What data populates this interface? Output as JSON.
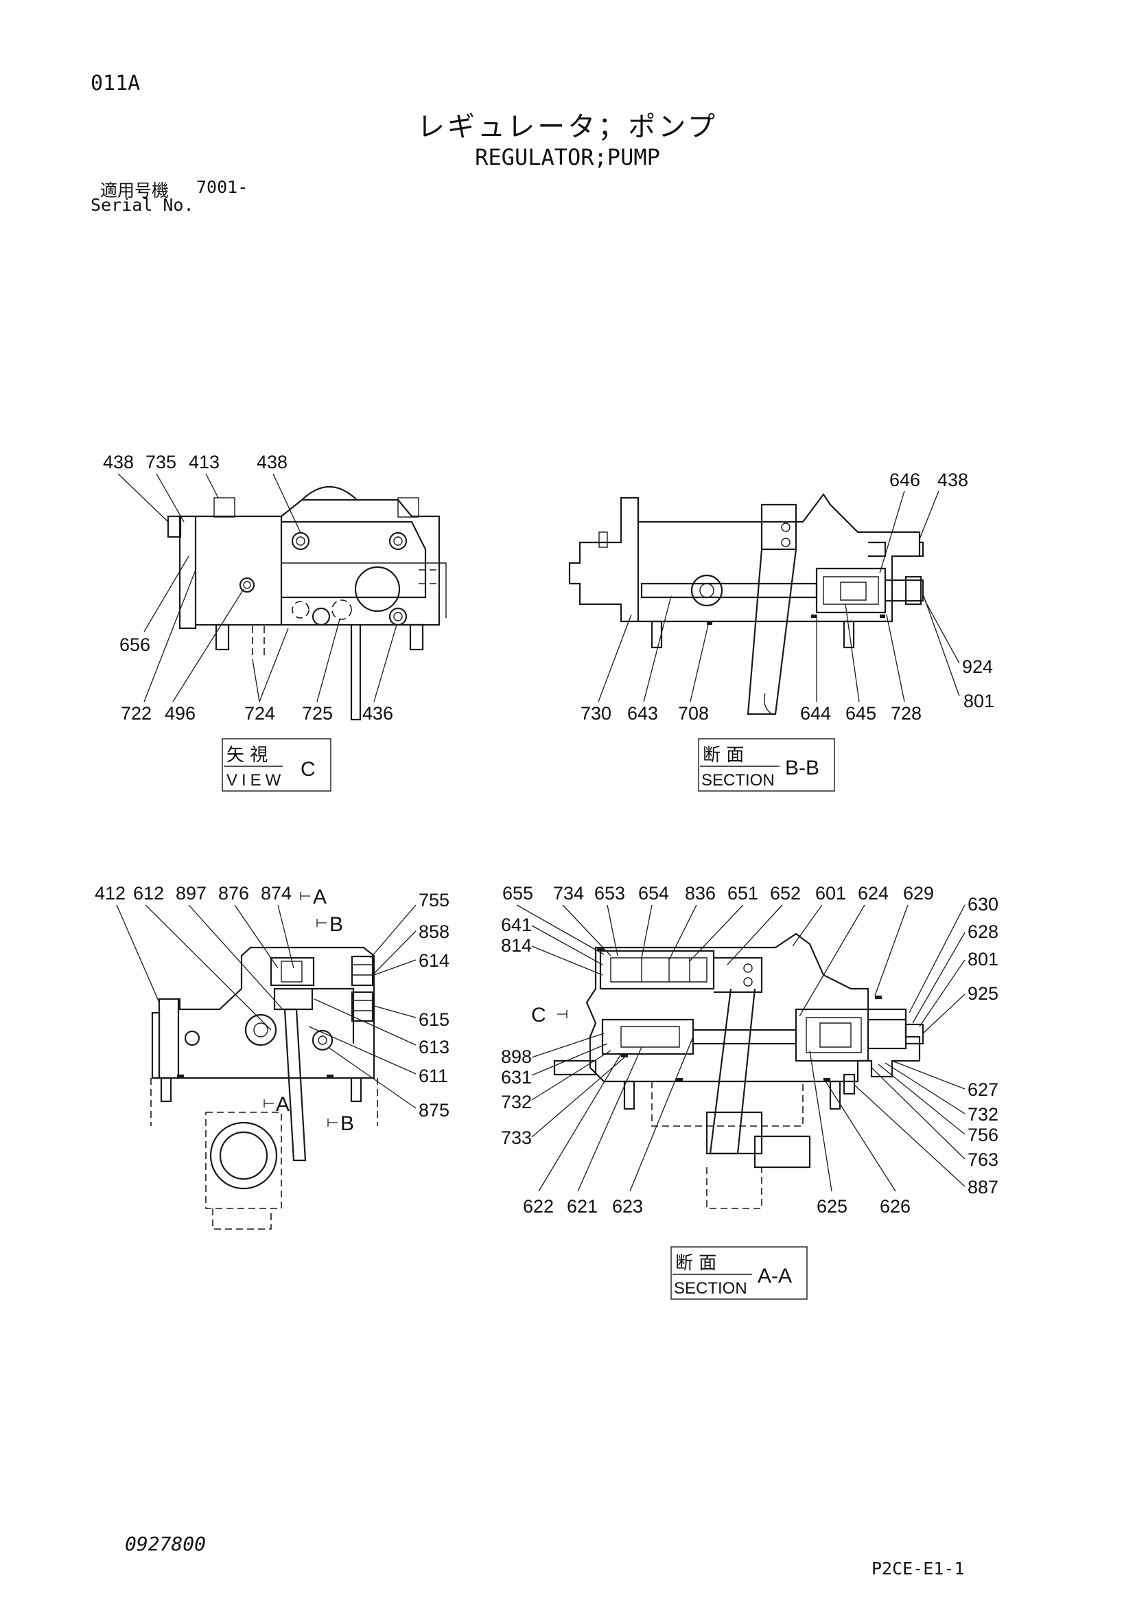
{
  "header": {
    "page_code": "011A",
    "title_jp": "レギュレータ；ポンプ",
    "title_en": "REGULATOR;PUMP",
    "serial_label_jp": "適用号機",
    "serial_number": "7001-",
    "serial_label_en": "Serial No."
  },
  "views": {
    "view_c": {
      "caption_jp": "矢 視",
      "caption_en": "VIEW",
      "caption_letter": "C",
      "labels": [
        "438",
        "735",
        "413",
        "438",
        "656",
        "722",
        "496",
        "724",
        "725",
        "436"
      ]
    },
    "section_bb": {
      "caption_jp": "断 面",
      "caption_en": "SECTION",
      "caption_letter": "B-B",
      "labels": [
        "646",
        "438",
        "924",
        "801",
        "730",
        "643",
        "708",
        "644",
        "645",
        "728"
      ]
    },
    "side_view": {
      "labels": [
        "412",
        "612",
        "897",
        "876",
        "874",
        "755",
        "858",
        "614",
        "615",
        "613",
        "611",
        "875"
      ],
      "markers": [
        "A",
        "B",
        "A",
        "B"
      ]
    },
    "section_aa": {
      "caption_jp": "断 面",
      "caption_en": "SECTION",
      "caption_letter": "A-A",
      "marker_c": "C",
      "labels": [
        "655",
        "734",
        "653",
        "654",
        "836",
        "651",
        "652",
        "601",
        "624",
        "629",
        "630",
        "628",
        "801",
        "925",
        "641",
        "814",
        "898",
        "631",
        "732",
        "733",
        "622",
        "621",
        "623",
        "625",
        "626",
        "627",
        "732",
        "756",
        "763",
        "887"
      ]
    }
  },
  "footer": {
    "doc_number": "0927800",
    "page_ref": "P2CE-E1-1"
  }
}
